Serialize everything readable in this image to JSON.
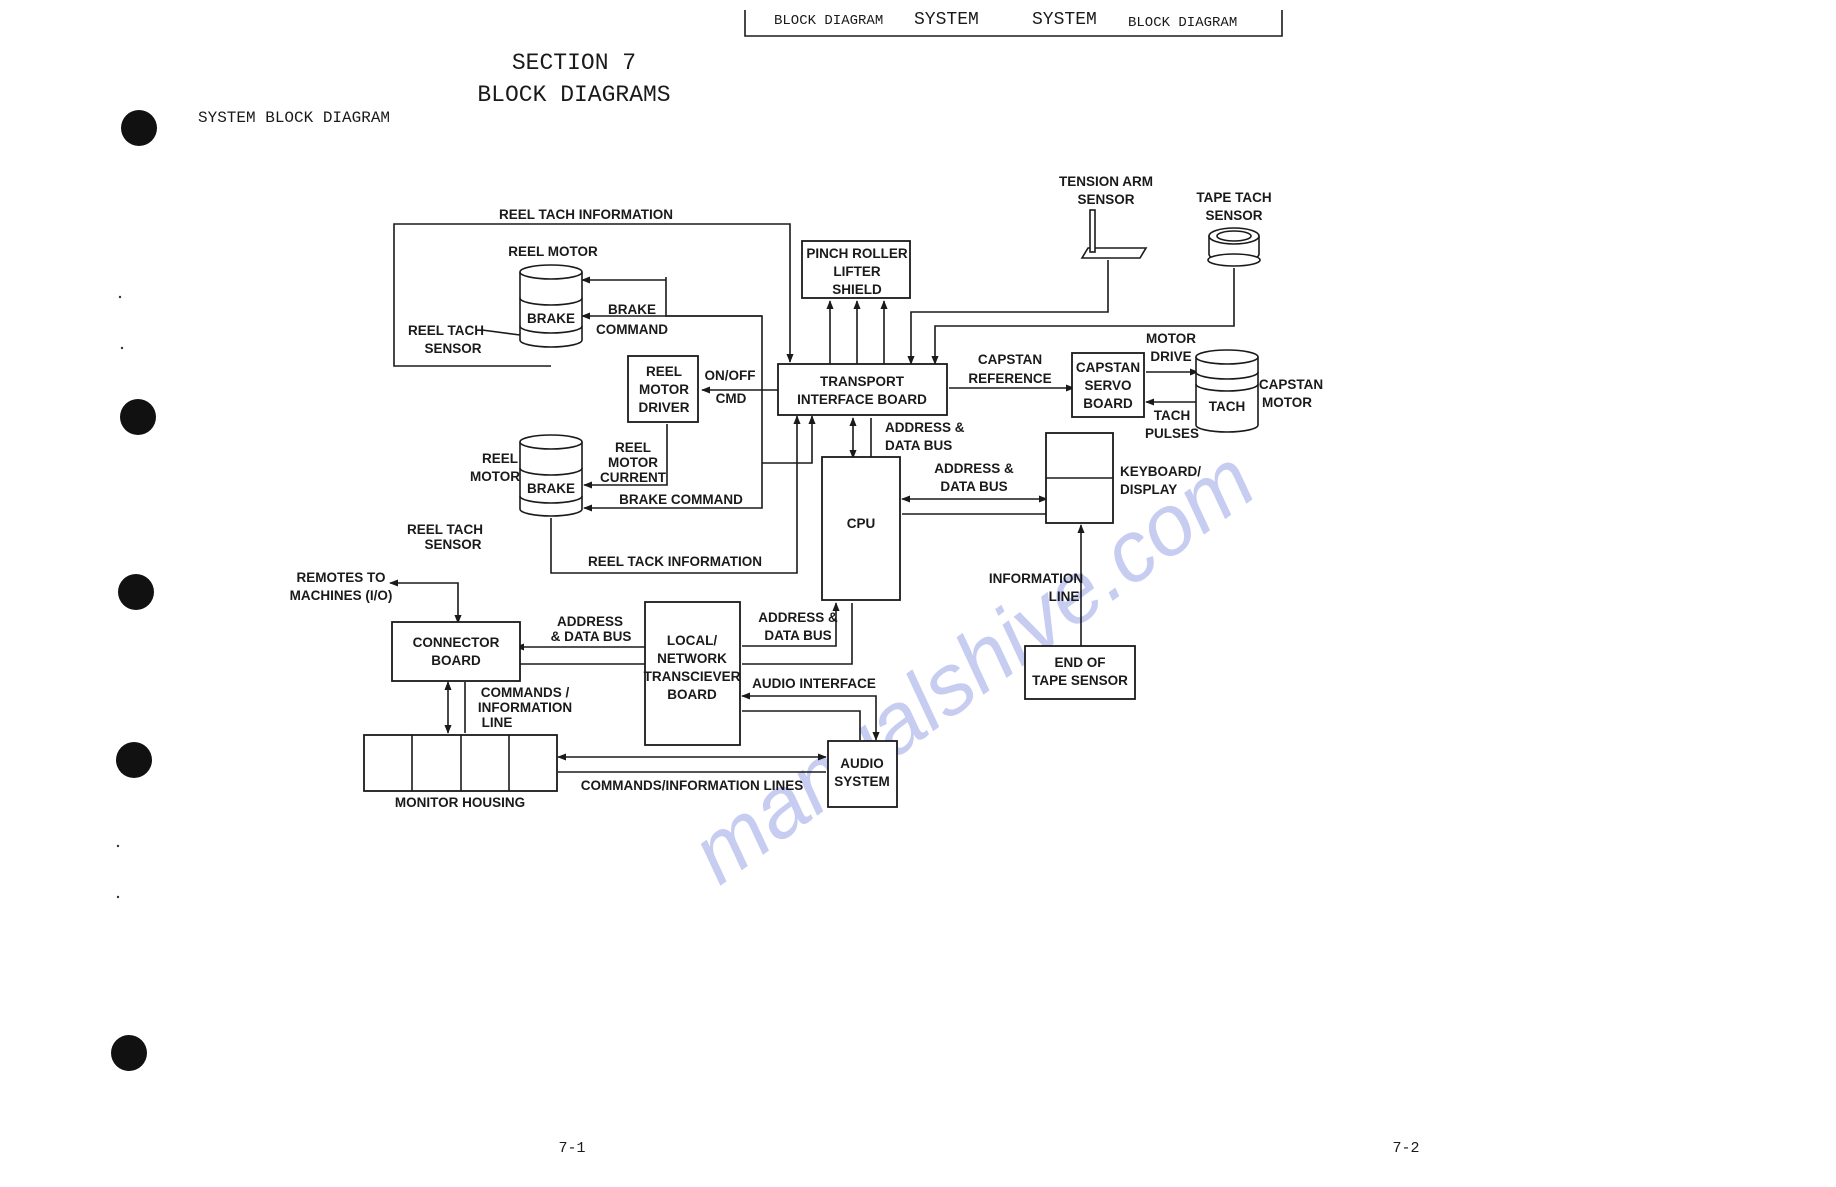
{
  "header": {
    "left_block": "BLOCK DIAGRAM",
    "left_system": "SYSTEM",
    "right_system": "SYSTEM",
    "right_block": "BLOCK DIAGRAM"
  },
  "section": {
    "number": "SECTION 7",
    "title": "BLOCK DIAGRAMS",
    "subtitle": "SYSTEM BLOCK DIAGRAM"
  },
  "page_numbers": {
    "left": "7-1",
    "right": "7-2"
  },
  "watermark": "manualshive.com",
  "labels": {
    "reel_tach_info_top": "REEL TACH INFORMATION",
    "reel_motor_top": "REEL MOTOR",
    "brake": "BRAKE",
    "brake_command_1": "BRAKE",
    "brake_command_2": "COMMAND",
    "reel_tach_1": "REEL TACH",
    "sensor": "SENSOR",
    "pinch_1": "PINCH ROLLER",
    "pinch_2": "LIFTER",
    "pinch_3": "SHIELD",
    "tension_1": "TENSION ARM",
    "tension_2": "SENSOR",
    "tape_tach_1": "TAPE TACH",
    "tape_tach_2": "SENSOR",
    "motor_drive_1": "MOTOR",
    "motor_drive_2": "DRIVE",
    "capstan_ref_1": "CAPSTAN",
    "capstan_ref_2": "REFERENCE",
    "servo_1": "CAPSTAN",
    "servo_2": "SERVO",
    "servo_3": "BOARD",
    "tach": "TACH",
    "tach_pulses_1": "TACH",
    "tach_pulses_2": "PULSES",
    "capstan_motor_1": "CAPSTAN",
    "capstan_motor_2": "MOTOR",
    "reel_driver_1": "REEL",
    "reel_driver_2": "MOTOR",
    "reel_driver_3": "DRIVER",
    "onoff_1": "ON/OFF",
    "onoff_2": "CMD",
    "transport_1": "TRANSPORT",
    "transport_2": "INTERFACE BOARD",
    "addr_bus_1a": "ADDRESS &",
    "addr_bus_1b": "DATA BUS",
    "reel_motor_l1": "REEL",
    "reel_motor_l2": "MOTOR",
    "reel_current_1": "REEL",
    "reel_current_2": "MOTOR",
    "reel_current_3": "CURRENT",
    "brake_command": "BRAKE COMMAND",
    "addr_bus_2a": "ADDRESS &",
    "addr_bus_2b": "DATA BUS",
    "keyboard_1": "KEYBOARD/",
    "keyboard_2": "DISPLAY",
    "cpu": "CPU",
    "reel_tack_info": "REEL TACK INFORMATION",
    "info_line_1": "INFORMATION",
    "info_line_2": "LINE",
    "remotes_1": "REMOTES TO",
    "remotes_2": "MACHINES (I/O)",
    "addr_bus_3a": "ADDRESS",
    "addr_bus_3b": "& DATA BUS",
    "addr_bus_4a": "ADDRESS &",
    "addr_bus_4b": "DATA BUS",
    "connector_1": "CONNECTOR",
    "connector_2": "BOARD",
    "local_1": "LOCAL/",
    "local_2": "NETWORK",
    "local_3": "TRANSCIEVER",
    "local_4": "BOARD",
    "end_tape_1": "END OF",
    "end_tape_2": "TAPE SENSOR",
    "audio_interface": "AUDIO INTERFACE",
    "cmd_info_1": "COMMANDS /",
    "cmd_info_2": "INFORMATION",
    "cmd_info_3": "LINE",
    "audio_1": "AUDIO",
    "audio_2": "SYSTEM",
    "cmd_info_lines": "COMMANDS/INFORMATION LINES",
    "monitor_housing": "MONITOR HOUSING"
  }
}
